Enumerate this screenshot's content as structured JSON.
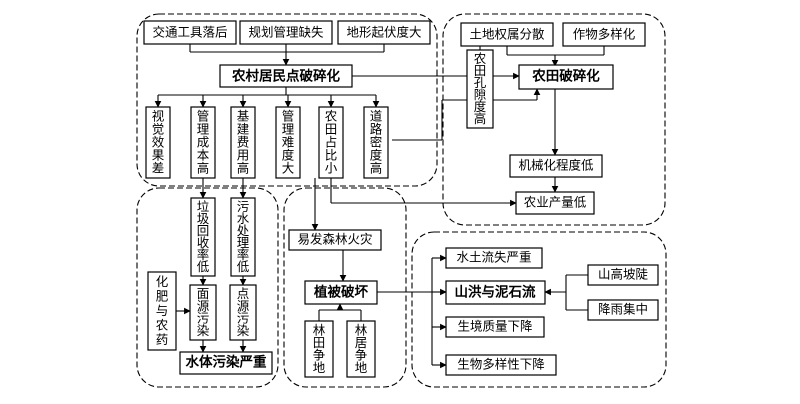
{
  "nodes": {
    "jiaotong": "交通工具落后",
    "guihua": "规划管理缺失",
    "dixing": "地形起伏度大",
    "juminpian": "农村居民点破碎化",
    "shijue": "视觉效果差",
    "guanlichengben": "管理成本高",
    "jijian": "基建费用高",
    "guanlinandu": "管理难度大",
    "zhanbi": "农田占比小",
    "daolu": "道路密度高",
    "tudiquanshu": "土地权属分散",
    "zuowu": "作物多样化",
    "kongxi": "农田孔隙度高",
    "nongtianposui": "农田破碎化",
    "jixiehua": "机械化程度低",
    "chanliang": "农业产量低",
    "laji": "垃圾回收率低",
    "wushui": "污水处理率低",
    "huafei": "化肥与农药",
    "mianyuan": "面源污染",
    "dianyuan": "点源污染",
    "shuiti": "水体污染严重",
    "senlin": "易发森林火灾",
    "zhibei": "植被破坏",
    "lintian": "林田争地",
    "linju": "林居争地",
    "shuitu": "水土流失严重",
    "shanhong": "山洪与泥石流",
    "shangao": "山高坡陡",
    "jiangyu": "降雨集中",
    "shengjing": "生境质量下降",
    "shengwu": "生物多样性下降"
  }
}
